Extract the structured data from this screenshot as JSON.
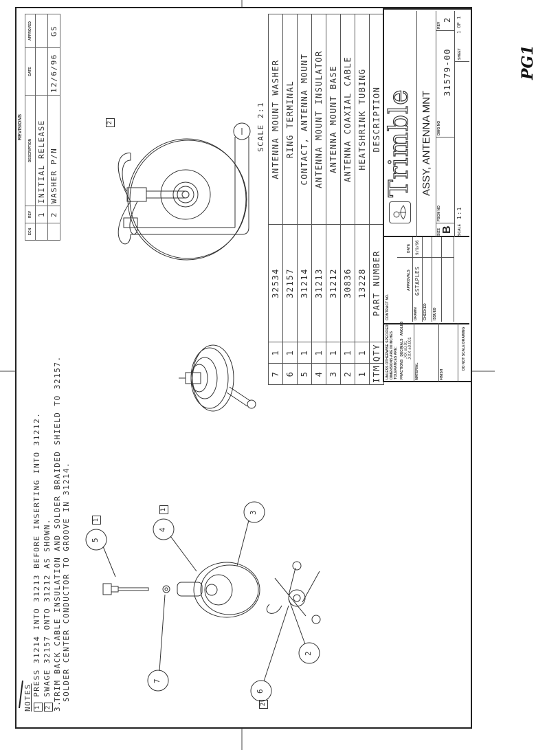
{
  "revisions": {
    "title": "REVISIONS",
    "headers": [
      "ECN",
      "REV",
      "DESCRIPTION",
      "DATE",
      "APPROVED"
    ],
    "rows": [
      {
        "ecn": "",
        "rev": "1",
        "description": "INITIAL RELEASE",
        "date": "",
        "approved": ""
      },
      {
        "ecn": "",
        "rev": "2",
        "description": "WASHER P/N",
        "date": "12/6/96",
        "approved": "GS"
      }
    ]
  },
  "view_scale": "SCALE  2:1",
  "parts_list": {
    "headers": {
      "item": "ITM",
      "qty": "QTY",
      "part_number": "PART NUMBER",
      "description": "DESCRIPTION"
    },
    "rows": [
      {
        "item": "7",
        "qty": "1",
        "part_number": "32534",
        "description": "ANTENNA MOUNT WASHER"
      },
      {
        "item": "6",
        "qty": "1",
        "part_number": "32157",
        "description": "RING TERMINAL"
      },
      {
        "item": "5",
        "qty": "1",
        "part_number": "31214",
        "description": "CONTACT, ANTENNA MOUNT"
      },
      {
        "item": "4",
        "qty": "1",
        "part_number": "31213",
        "description": "ANTENNA MOUNT INSULATOR"
      },
      {
        "item": "3",
        "qty": "1",
        "part_number": "31212",
        "description": "ANTENNA MOUNT BASE"
      },
      {
        "item": "2",
        "qty": "1",
        "part_number": "30836",
        "description": "ANTENNA COAXIAL CABLE"
      },
      {
        "item": "1",
        "qty": "1",
        "part_number": "13228",
        "description": "HEATSHRINK TUBING"
      }
    ]
  },
  "notes": {
    "title": "NOTES",
    "items": [
      {
        "flag": "1",
        "text": "PRESS 31214 INTO 31213 BEFORE INSERTING INTO 31212."
      },
      {
        "flag": "2",
        "text": "SWAGE 32157 ONTO 31212 AS SHOWN."
      },
      {
        "flag": "3.",
        "text": "TRIM BACK CABLE INSULATION AND SOLDER BRAIDED SHIELD TO 32157.",
        "text2": "SOLDER CENTER CONDUCTOR TO GROOVE IN 31214."
      }
    ]
  },
  "balloons": [
    "5",
    "4",
    "3",
    "7",
    "2",
    "6"
  ],
  "flags": {
    "balloon5": "1",
    "balloon4": "1",
    "balloon6": "2",
    "top_view": "2"
  },
  "tolerances": {
    "line1": "UNLESS OTHERWISE SPECIFIED",
    "line2": "DIMENSIONS ARE IN INCHES",
    "line3": "TOLERANCES ARE:",
    "fractions": "FRACTIONS",
    "decimals": "DECIMALS",
    "angles": "ANGLES",
    "xx": ".XX  ±0.01",
    "xxx": ".XXX ±0.001",
    "material": "MATERIAL",
    "finish": "FINISH",
    "do_not_scale": "DO NOT SCALE DRAWING"
  },
  "approvals": {
    "contract_no": "CONTRACT NO.",
    "approvals_label": "APPROVALS",
    "date_label": "DATE",
    "drawn_label": "DRAWN",
    "drawn_by": "GSTAPLES",
    "drawn_date": "9/9/96",
    "checked_label": "CHECKED",
    "issued_label": "ISSUED"
  },
  "title_block": {
    "company": "Trimble",
    "title": "ASSY, ANTENNA MNT",
    "size_label": "SIZE",
    "size": "B",
    "fscm_label": "FSCM NO",
    "dwg_label": "DWG NO",
    "dwg_no": "31579-00",
    "rev_label": "REV",
    "rev": "2",
    "scale_label": "SCALE",
    "scale": "1:1",
    "sheet_label": "SHEET",
    "sheet": "1 OF 1"
  },
  "handwritten_page": "PG1"
}
